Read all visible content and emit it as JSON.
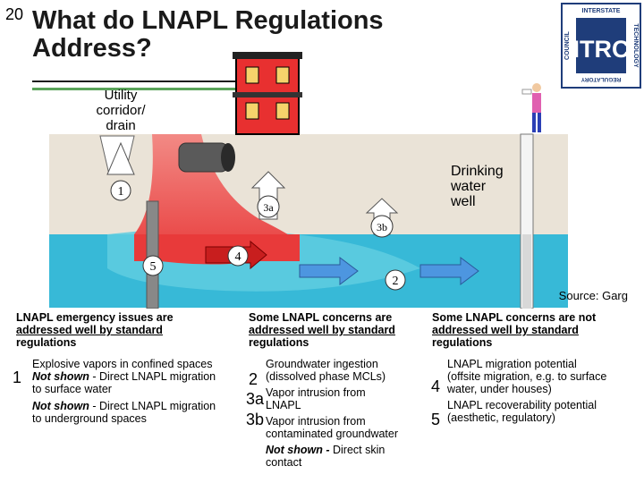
{
  "slide_number": "20",
  "title_line1": "What do LNAPL Regulations",
  "title_line2": "Address?",
  "logo": {
    "text_top": "INTERSTATE",
    "text_right": "TECHNOLOGY",
    "text_left": "COUNCIL",
    "text_bottom": "REGULATORY",
    "center": "ITRC",
    "color": "#1f3d7a"
  },
  "diagram": {
    "utility_label": [
      "Utility",
      "corridor/",
      "drain"
    ],
    "well_label": [
      "Drinking",
      "water",
      "well"
    ],
    "source": "Source: Garg",
    "markers": [
      "1",
      "3a",
      "3b",
      "4",
      "5",
      "2"
    ],
    "colors": {
      "soil": "#eae3d7",
      "water": "#37b9d7",
      "lnapl": "#e83a3a",
      "arrow": "#4d96e0"
    }
  },
  "columns": [
    {
      "heading": [
        "LNAPL emergency issues are",
        "addressed well by standard",
        "regulations"
      ],
      "items": [
        {
          "num": "1",
          "lines": [
            "Explosive vapors in confined spaces"
          ]
        },
        {
          "num": "",
          "lines_mixed": [
            [
              "Not shown",
              " - Direct LNAPL migration"
            ],
            [
              "",
              "to surface water"
            ]
          ]
        },
        {
          "num": "",
          "lines_mixed": [
            [
              "Not shown",
              " - Direct LNAPL migration"
            ],
            [
              "",
              "to underground spaces"
            ]
          ]
        }
      ]
    },
    {
      "heading": [
        "Some LNAPL concerns are",
        "addressed well by standard",
        "regulations"
      ],
      "items": [
        {
          "num": "2",
          "lines": [
            "Groundwater ingestion",
            "(dissolved phase MCLs)"
          ]
        },
        {
          "num": "3a",
          "lines": [
            "Vapor intrusion from",
            "LNAPL"
          ]
        },
        {
          "num": "3b",
          "lines": [
            "Vapor intrusion from",
            "contaminated groundwater"
          ]
        },
        {
          "num": "",
          "lines_mixed": [
            [
              "Not shown -",
              " Direct skin"
            ],
            [
              "",
              "contact"
            ]
          ]
        }
      ]
    },
    {
      "heading": [
        "Some LNAPL concerns are not",
        "addressed well by standard",
        "regulations"
      ],
      "items": [
        {
          "num": "4",
          "lines": [
            "LNAPL migration potential",
            "(offsite migration, e.g. to surface",
            "water, under houses)"
          ]
        },
        {
          "num": "5",
          "lines": [
            "LNAPL recoverability potential",
            "(aesthetic, regulatory)"
          ]
        }
      ]
    }
  ]
}
